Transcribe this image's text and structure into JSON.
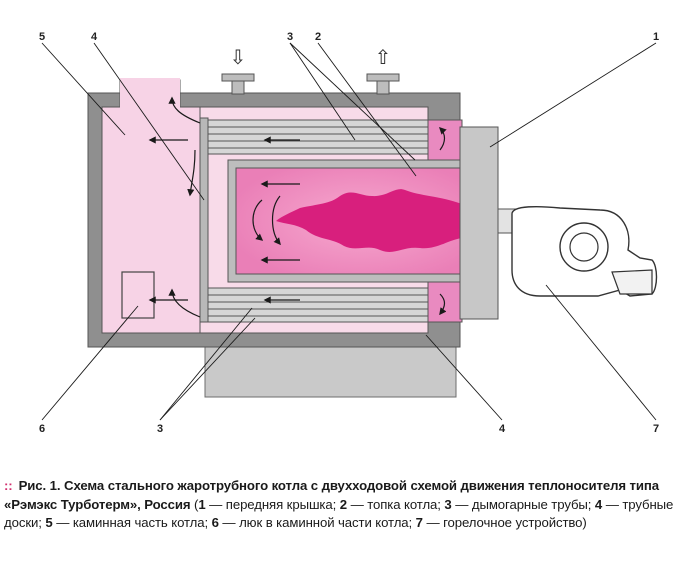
{
  "labels": {
    "n1": "1",
    "n2": "2",
    "n3_top": "3",
    "n3_bottom": "3",
    "n4_top": "4",
    "n4_bottom": "4",
    "n5": "5",
    "n6": "6",
    "n7": "7"
  },
  "arrows": {
    "inlet": "⇩",
    "outlet": "⇧"
  },
  "caption": {
    "marker": "::",
    "fig": "Рис. 1.",
    "title": "Схема стального жаротрубного котла с двухходовой схемой движения теплоносителя типа «Рэмэкс Турботерм», Россия",
    "legend_open": " (",
    "items": [
      {
        "num": "1",
        "text": " — передняя крышка; "
      },
      {
        "num": "2",
        "text": " — топка котла; "
      },
      {
        "num": "3",
        "text": " — дымогарные трубы; "
      },
      {
        "num": "4",
        "text": " — трубные доски; "
      },
      {
        "num": "5",
        "text": " — каминная часть котла; "
      },
      {
        "num": "6",
        "text": " — люк в каминной части котла; "
      },
      {
        "num": "7",
        "text": " — горелочное устройство)"
      }
    ]
  },
  "colors": {
    "shell": "#8f8f8f",
    "inner_pink": "#f7d3e6",
    "firebox": "#e879b3",
    "flame": "#d81f7d",
    "burner": "#ffffff",
    "caption_marker": "#d22f6e"
  }
}
